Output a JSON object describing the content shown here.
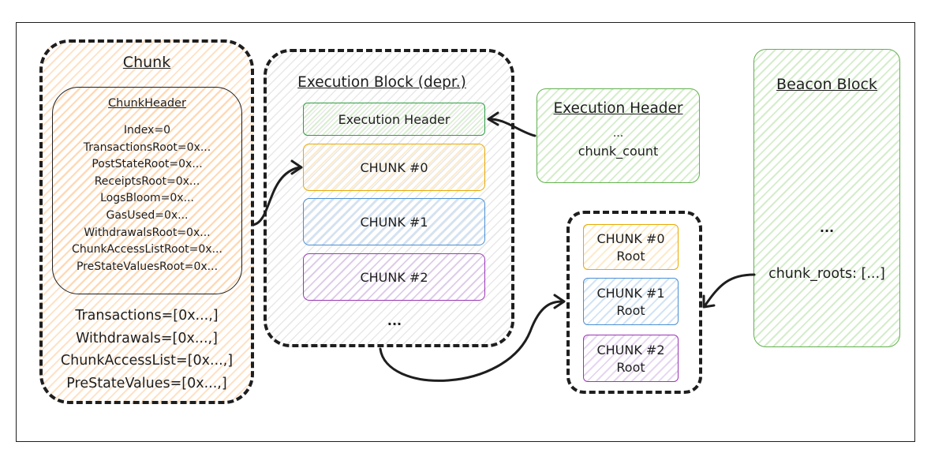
{
  "chunk": {
    "title": "Chunk",
    "header": {
      "title": "ChunkHeader",
      "fields": [
        "Index=0",
        "TransactionsRoot=0x...",
        "PostStateRoot=0x...",
        "ReceiptsRoot=0x...",
        "LogsBloom=0x...",
        "GasUsed=0x...",
        "WithdrawalsRoot=0x...",
        "ChunkAccessListRoot=0x...",
        "PreStateValuesRoot=0x..."
      ]
    },
    "body": [
      "Transactions=[0x...,]",
      "Withdrawals=[0x...,]",
      "ChunkAccessList=[0x...,]",
      "PreStateValues=[0x...,]"
    ]
  },
  "execution_block": {
    "title": "Execution Block (depr.)",
    "header_label": "Execution Header",
    "chunks": [
      "CHUNK #0",
      "CHUNK #1",
      "CHUNK #2"
    ],
    "ellipsis": "..."
  },
  "execution_header": {
    "title": "Execution Header",
    "ellipsis": "...",
    "field": "chunk_count"
  },
  "chunk_roots": [
    {
      "label": "CHUNK #0",
      "sub": "Root"
    },
    {
      "label": "CHUNK #1",
      "sub": "Root"
    },
    {
      "label": "CHUNK #2",
      "sub": "Root"
    }
  ],
  "beacon_block": {
    "title": "Beacon Block",
    "ellipsis": "...",
    "field": "chunk_roots: [...]"
  },
  "colors": {
    "stroke": "#1e1e1e",
    "orange": "#f08c00",
    "green": "#2f9e44",
    "yellow": "#e9a900",
    "blue": "#4a8fd4",
    "purple": "#9c36b5"
  }
}
